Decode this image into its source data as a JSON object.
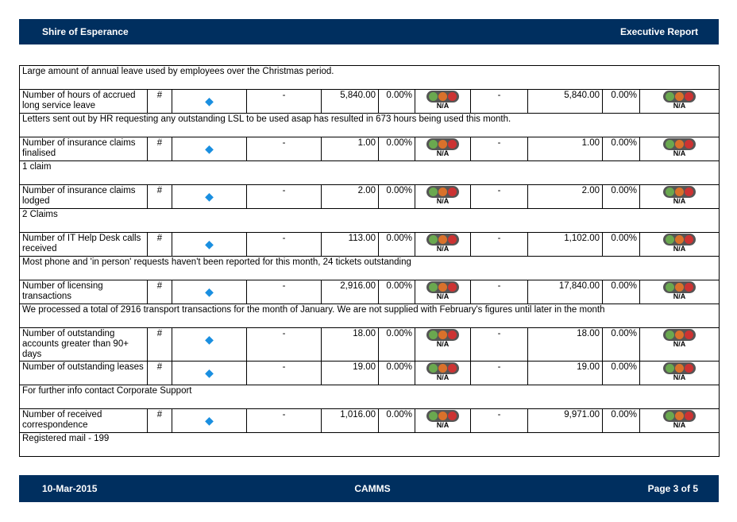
{
  "header": {
    "org": "Shire of Esperance",
    "report": "Executive Report"
  },
  "footer": {
    "date": "10-Mar-2015",
    "brand": "CAMMS",
    "page": "Page 3 of 5"
  },
  "status_label": "N/A",
  "colors": {
    "bar": "#002f5f",
    "green": "#6aa84f",
    "orange": "#d9712b",
    "red": "#cc3333",
    "arrow": "#1a8fe0"
  },
  "top_comment": "Large amount of annual leave used by employees over the Christmas period.",
  "rows": [
    {
      "name": "Number of hours of accrued long service leave",
      "unit": "#",
      "t1": "-",
      "v1": "5,840.00",
      "p1": "0.00%",
      "t2": "-",
      "v2": "5,840.00",
      "p2": "0.00%",
      "comment": "Letters sent out by HR requesting any outstanding LSL to be used asap has resulted in 673 hours being used this month."
    },
    {
      "name": "Number of insurance claims finalised",
      "unit": "#",
      "t1": "-",
      "v1": "1.00",
      "p1": "0.00%",
      "t2": "-",
      "v2": "1.00",
      "p2": "0.00%",
      "comment": "1 claim"
    },
    {
      "name": "Number of insurance claims lodged",
      "unit": "#",
      "t1": "-",
      "v1": "2.00",
      "p1": "0.00%",
      "t2": "-",
      "v2": "2.00",
      "p2": "0.00%",
      "comment": "2 Claims"
    },
    {
      "name": "Number of IT Help Desk calls received",
      "unit": "#",
      "t1": "-",
      "v1": "113.00",
      "p1": "0.00%",
      "t2": "-",
      "v2": "1,102.00",
      "p2": "0.00%",
      "comment": "Most phone and 'in person' requests haven't been reported for this month, 24 tickets outstanding"
    },
    {
      "name": "Number of licensing transactions",
      "unit": "#",
      "t1": "-",
      "v1": "2,916.00",
      "p1": "0.00%",
      "t2": "-",
      "v2": "17,840.00",
      "p2": "0.00%",
      "comment": "We processed a total of 2916 transport transactions for the month of January. We are not supplied with February's figures until later in the month"
    },
    {
      "name": "Number of outstanding accounts greater than 90+ days",
      "unit": "#",
      "t1": "-",
      "v1": "18.00",
      "p1": "0.00%",
      "t2": "-",
      "v2": "18.00",
      "p2": "0.00%"
    },
    {
      "name": "Number of outstanding leases",
      "unit": "#",
      "t1": "-",
      "v1": "19.00",
      "p1": "0.00%",
      "t2": "-",
      "v2": "19.00",
      "p2": "0.00%",
      "comment": "For further info contact Corporate Support"
    },
    {
      "name": "Number of received correspondence",
      "unit": "#",
      "t1": "-",
      "v1": "1,016.00",
      "p1": "0.00%",
      "t2": "-",
      "v2": "9,971.00",
      "p2": "0.00%",
      "comment": "Registered mail - 199"
    }
  ]
}
